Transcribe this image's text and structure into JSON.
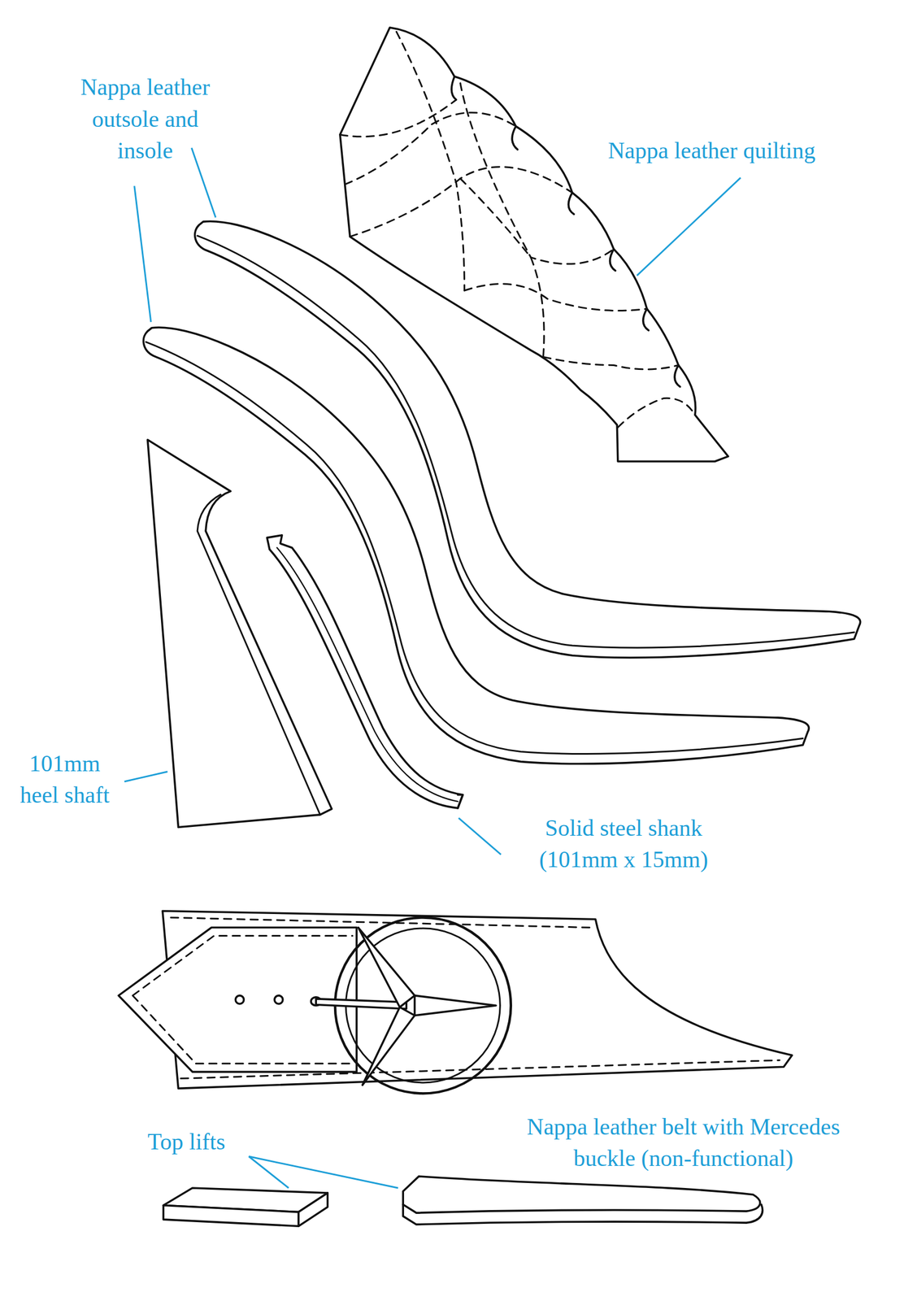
{
  "diagram": {
    "labels": [
      "Nappa leather outsole and insole",
      "Nappa leather quilting",
      "101mm heel shaft",
      "Solid steel shank (101mm x 15mm)",
      "Nappa leather belt with Mercedes buckle (non-functional)",
      "Top lifts"
    ]
  }
}
